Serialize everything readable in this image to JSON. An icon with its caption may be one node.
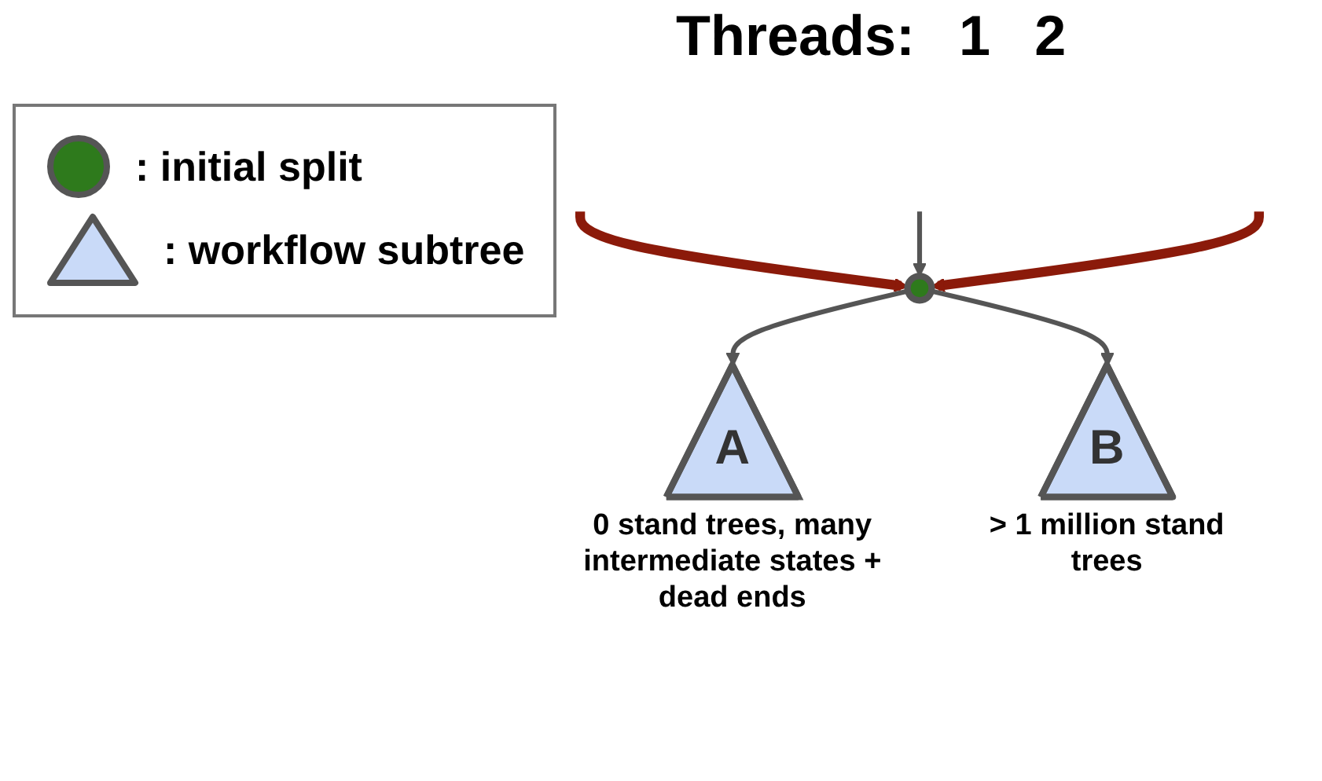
{
  "diagram": {
    "nodes": [
      {
        "text": [],
        "shape": "circle"
      },
      {
        "text": [
          "A"
        ],
        "beside": [
          "0 stand trees, many intermediate states + dead ends"
        ]
      },
      {
        "text": [
          "B"
        ],
        "beside": [
          "> 1 million stand trees"
        ]
      }
    ],
    "edges": [
      {
        "from": null,
        "to": 0,
        "arrow": "to",
        "style": "thick",
        "color": "#8b1a0a"
      },
      {
        "from": null,
        "to": 0,
        "arrow": "to"
      },
      {
        "from": null,
        "to": 0,
        "arrow": "to",
        "style": "thick",
        "color": "#8b1a0a"
      },
      {
        "from": 0,
        "to": 1,
        "arrow": "to"
      },
      {
        "from": 0,
        "to": 2,
        "arrow": "to"
      }
    ],
    "labels": [
      "Threads:",
      "1",
      "2"
    ],
    "legend": [
      {
        "text": ": initial split"
      },
      {
        "text": ": workflow subtree"
      }
    ]
  }
}
